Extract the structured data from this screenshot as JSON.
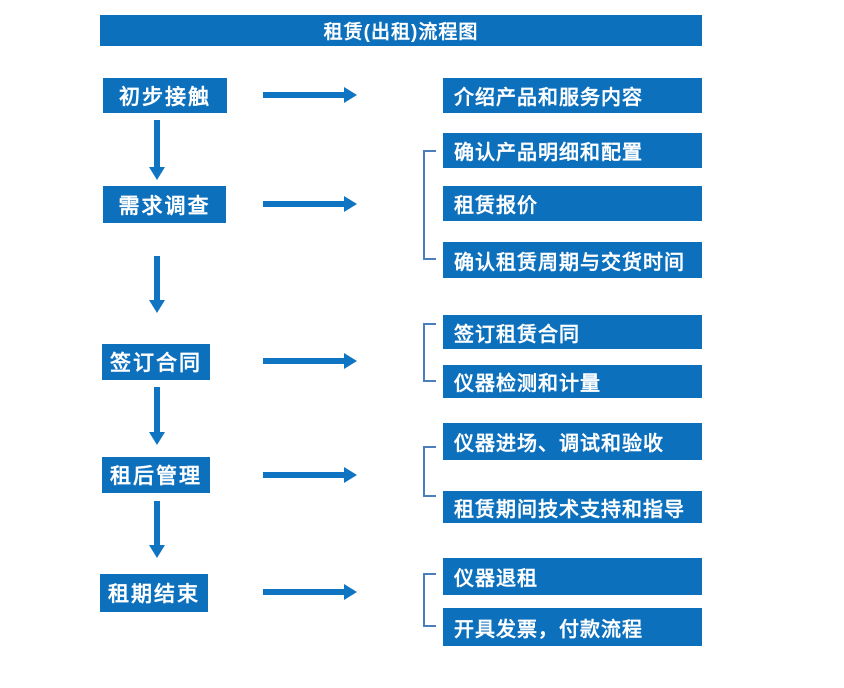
{
  "title": "租赁(出租)流程图",
  "colors": {
    "box-blue": "#0d70bd",
    "arrow-blue": "#0f74c2",
    "bracket-blue": "#4a7ebc",
    "text-white": "#ffffff"
  },
  "stages": [
    {
      "label": "初步接触",
      "details": [
        "介绍产品和服务内容"
      ]
    },
    {
      "label": "需求调查",
      "details": [
        "确认产品明细和配置",
        "租赁报价",
        "确认租赁周期与交货时间"
      ]
    },
    {
      "label": "签订合同",
      "details": [
        "签订租赁合同",
        "仪器检测和计量"
      ]
    },
    {
      "label": "租后管理",
      "details": [
        "仪器进场、调试和验收",
        "租赁期间技术支持和指导"
      ]
    },
    {
      "label": "租期结束",
      "details": [
        "仪器退租",
        "开具发票，付款流程"
      ]
    }
  ]
}
